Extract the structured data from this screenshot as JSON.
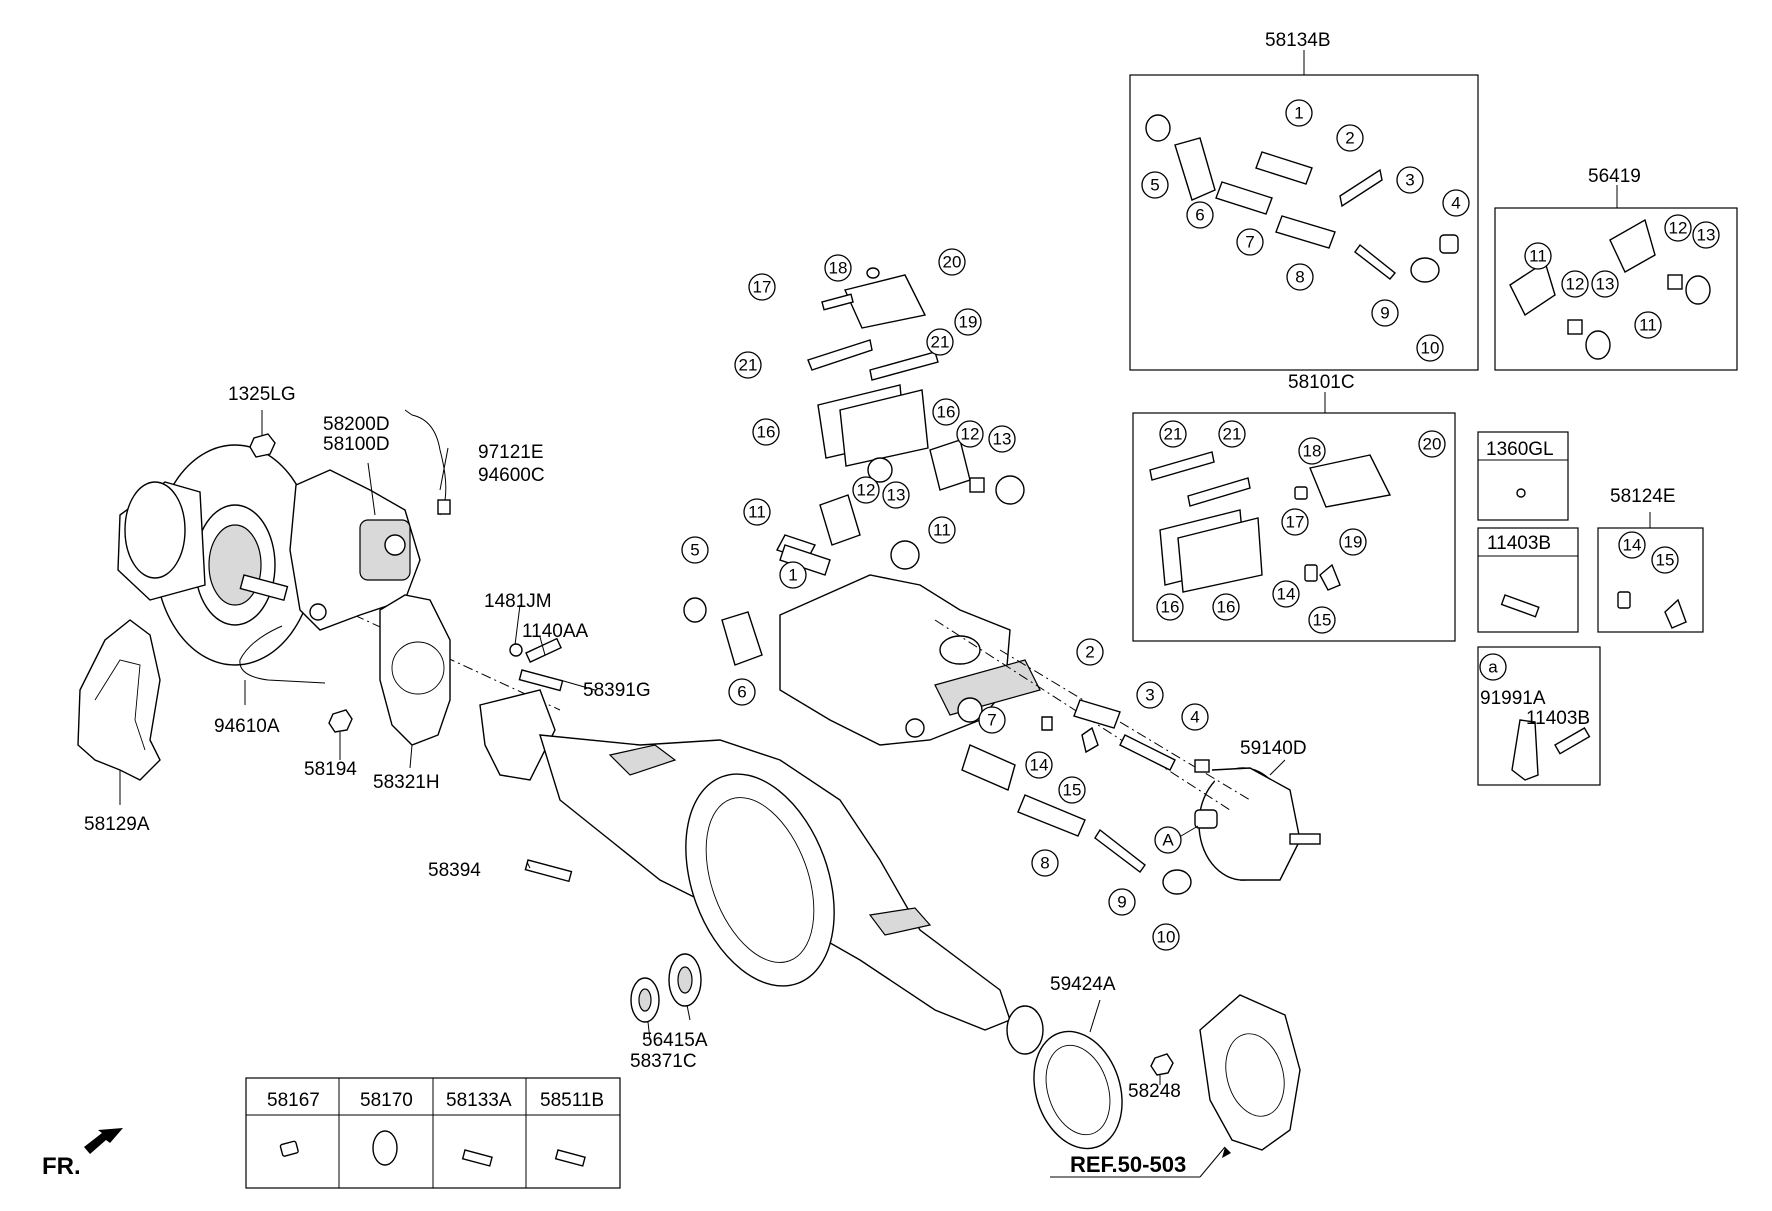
{
  "labels": {
    "l58134B": "58134B",
    "l56419": "56419",
    "l58101C": "58101C",
    "l1360GL": "1360GL",
    "l58124E": "58124E",
    "l11403B_box": "11403B",
    "l91991A": "91991A",
    "l11403B_clip": "11403B",
    "l1325LG": "1325LG",
    "l58200D": "58200D",
    "l58100D": "58100D",
    "l97121E": "97121E",
    "l94600C": "94600C",
    "l1481JM": "1481JM",
    "l1140AA": "1140AA",
    "l58391G": "58391G",
    "l94610A": "94610A",
    "l58194": "58194",
    "l58321H": "58321H",
    "l58129A": "58129A",
    "l58394": "58394",
    "l59140D": "59140D",
    "l59424A": "59424A",
    "l56415A": "56415A",
    "l58371C": "58371C",
    "l58248": "58248",
    "ref": "REF.50-503",
    "fr": "FR.",
    "circle_a": "a",
    "circle_A": "A"
  },
  "bottom_table": {
    "headers": [
      "58167",
      "58170",
      "58133A",
      "58511B"
    ]
  },
  "callouts": [
    {
      "id": "k1",
      "text": "1"
    },
    {
      "id": "k2",
      "text": "2"
    },
    {
      "id": "k3",
      "text": "3"
    },
    {
      "id": "k4",
      "text": "4"
    },
    {
      "id": "k5",
      "text": "5"
    },
    {
      "id": "k6",
      "text": "6"
    },
    {
      "id": "k7",
      "text": "7"
    },
    {
      "id": "k8",
      "text": "8"
    },
    {
      "id": "k9",
      "text": "9"
    },
    {
      "id": "k10",
      "text": "10"
    },
    {
      "id": "s11a",
      "text": "11"
    },
    {
      "id": "s12a",
      "text": "12"
    },
    {
      "id": "s13a",
      "text": "13"
    },
    {
      "id": "s11b",
      "text": "11"
    },
    {
      "id": "s12b",
      "text": "12"
    },
    {
      "id": "s13b",
      "text": "13"
    },
    {
      "id": "c18",
      "text": "18"
    },
    {
      "id": "c20",
      "text": "20"
    },
    {
      "id": "c17",
      "text": "17"
    },
    {
      "id": "c19",
      "text": "19"
    },
    {
      "id": "c21a",
      "text": "21"
    },
    {
      "id": "c21b",
      "text": "21"
    },
    {
      "id": "c16a",
      "text": "16"
    },
    {
      "id": "c16b",
      "text": "16"
    },
    {
      "id": "c12a",
      "text": "12"
    },
    {
      "id": "c13a",
      "text": "13"
    },
    {
      "id": "c11a",
      "text": "11"
    },
    {
      "id": "c11b",
      "text": "11"
    },
    {
      "id": "c12b",
      "text": "12"
    },
    {
      "id": "c13b",
      "text": "13"
    },
    {
      "id": "m5",
      "text": "5"
    },
    {
      "id": "m6",
      "text": "6"
    },
    {
      "id": "m1",
      "text": "1"
    },
    {
      "id": "m2",
      "text": "2"
    },
    {
      "id": "m3",
      "text": "3"
    },
    {
      "id": "m4",
      "text": "4"
    },
    {
      "id": "m7",
      "text": "7"
    },
    {
      "id": "m8",
      "text": "8"
    },
    {
      "id": "m9",
      "text": "9"
    },
    {
      "id": "m10",
      "text": "10"
    },
    {
      "id": "m14",
      "text": "14"
    },
    {
      "id": "m15",
      "text": "15"
    },
    {
      "id": "p21a",
      "text": "21"
    },
    {
      "id": "p21b",
      "text": "21"
    },
    {
      "id": "p18",
      "text": "18"
    },
    {
      "id": "p20",
      "text": "20"
    },
    {
      "id": "p17",
      "text": "17"
    },
    {
      "id": "p19",
      "text": "19"
    },
    {
      "id": "p16a",
      "text": "16"
    },
    {
      "id": "p16b",
      "text": "16"
    },
    {
      "id": "p14",
      "text": "14"
    },
    {
      "id": "p15",
      "text": "15"
    },
    {
      "id": "e14",
      "text": "14"
    },
    {
      "id": "e15",
      "text": "15"
    }
  ]
}
